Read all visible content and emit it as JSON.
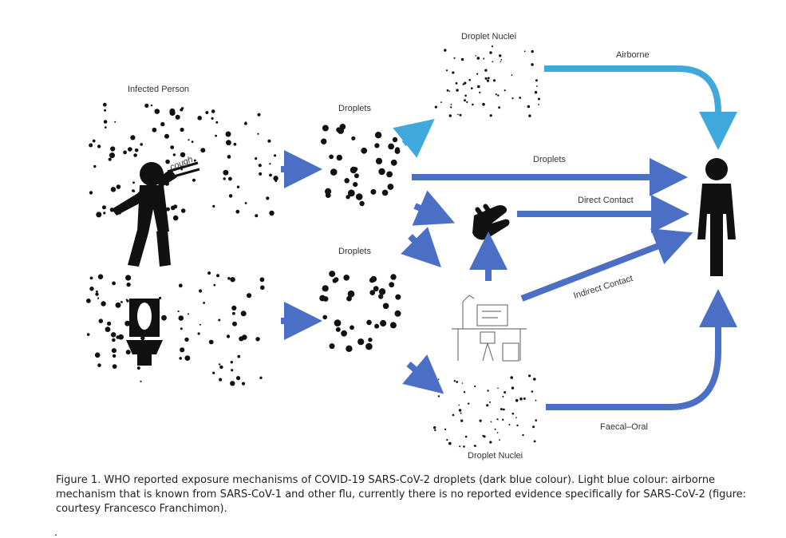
{
  "labels": {
    "infected_person": "Infected Person",
    "cough": "cough",
    "droplets_upper": "Droplets",
    "droplets_lower": "Droplets",
    "droplet_nuclei_top": "Droplet Nuclei",
    "droplet_nuclei_bottom": "Droplet Nuclei",
    "airborne": "Airborne",
    "droplets_path": "Droplets",
    "direct_contact": "Direct Contact",
    "indirect_contact": "Indirect Contact",
    "faecal_oral": "Faecal–Oral"
  },
  "colors": {
    "dark_blue": "#4a6fc4",
    "light_blue": "#3fa8dc",
    "black": "#111111"
  },
  "icons": [
    "coughing-person-icon",
    "toilet-icon",
    "hand-icon",
    "surfaces-icon",
    "receiver-person-icon"
  ],
  "caption": "Figure 1. WHO reported exposure mechanisms of COVID-19 SARS-CoV-2 droplets (dark blue colour). Light blue colour: airborne mechanism that is known from SARS-CoV-1 and other flu, currently there is no reported evidence specifically for SARS-CoV-2 (figure: courtesy Francesco Franchimon).",
  "bullet": "."
}
